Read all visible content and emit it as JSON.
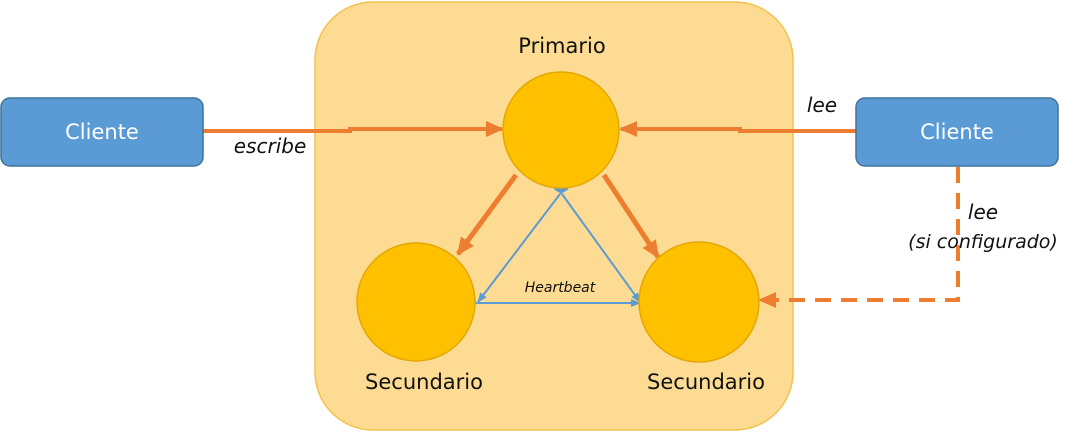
{
  "colors": {
    "cluster_fill": "#fddb93",
    "cluster_stroke": "#f2c24f",
    "node_fill": "#ffc000",
    "node_stroke": "#e3a800",
    "client_fill": "#5b9bd5",
    "client_stroke": "#41719c",
    "arrow_orange": "#ed7d31",
    "arrow_blue": "#5b9bd5"
  },
  "nodes": {
    "primary_label": "Primario",
    "secondary_left_label": "Secundario",
    "secondary_right_label": "Secundario"
  },
  "clients": {
    "left_label": "Cliente",
    "right_label": "Cliente"
  },
  "edges": {
    "write_label": "escribe",
    "read_label": "lee",
    "read_secondary_label_line1": "lee",
    "read_secondary_label_line2": "(si configurado)",
    "heartbeat_label": "Heartbeat"
  }
}
